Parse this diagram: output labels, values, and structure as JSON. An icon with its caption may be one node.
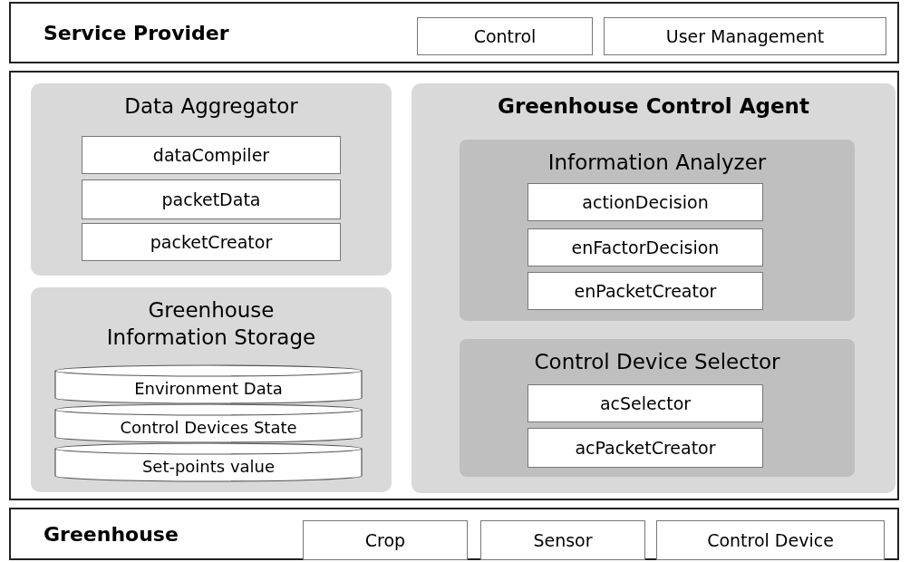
{
  "diagram": {
    "nodes": [
      {
        "text": [
          "Service Provider"
        ]
      },
      {
        "text": [
          "Control"
        ],
        "in": 0
      },
      {
        "text": [
          "User Management"
        ],
        "in": 0
      },
      {
        "text": [],
        "shape": "box"
      },
      {
        "text": [
          "Data Aggregator"
        ],
        "in": 3
      },
      {
        "text": [
          "dataCompiler"
        ],
        "in": 4
      },
      {
        "text": [
          "packetData"
        ],
        "in": 4
      },
      {
        "text": [
          "packetCreator"
        ],
        "in": 4
      },
      {
        "text": [
          "Greenhouse Information Storage"
        ],
        "in": 3
      },
      {
        "text": [
          "Environment Data"
        ],
        "in": 8
      },
      {
        "text": [
          "Control Devices State"
        ],
        "in": 8
      },
      {
        "text": [
          "Set-points value"
        ],
        "in": 8
      },
      {
        "text": [
          "Greenhouse Control Agent"
        ],
        "in": 3
      },
      {
        "text": [
          "Information Analyzer"
        ],
        "in": 12
      },
      {
        "text": [
          "actionDecision"
        ],
        "in": 13
      },
      {
        "text": [
          "enFactorDecision"
        ],
        "in": 13
      },
      {
        "text": [
          "enPacketCreator"
        ],
        "in": 13
      },
      {
        "text": [
          "Control Device Selector"
        ],
        "in": 12
      },
      {
        "text": [
          "acSelector"
        ],
        "in": 17
      },
      {
        "text": [
          "acPacketCreator"
        ],
        "in": 17
      },
      {
        "text": [
          "Greenhouse"
        ]
      },
      {
        "text": [
          "Crop"
        ],
        "in": 20
      },
      {
        "text": [
          "Sensor"
        ],
        "in": 20
      },
      {
        "text": [
          "Control Device"
        ],
        "in": 20
      }
    ],
    "edges": []
  }
}
